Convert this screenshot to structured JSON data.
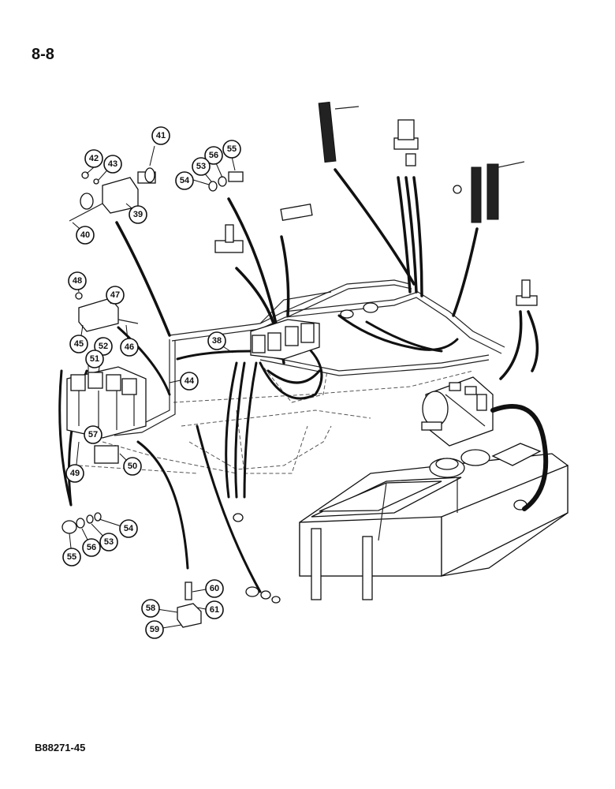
{
  "page": {
    "number": "8-8",
    "drawing_code": "B88271-45"
  },
  "callouts": [
    "38",
    "39",
    "40",
    "41",
    "42",
    "43",
    "44",
    "45",
    "46",
    "47",
    "48",
    "49",
    "50",
    "51",
    "52",
    "53",
    "54",
    "55",
    "56",
    "57",
    "58",
    "59",
    "60",
    "61"
  ],
  "callout_labels": {
    "c38": "38",
    "c39": "39",
    "c40": "40",
    "c41": "41",
    "c42": "42",
    "c43": "43",
    "c44": "44",
    "c45": "45",
    "c46": "46",
    "c47": "47",
    "c48": "48",
    "c49": "49",
    "c50": "50",
    "c51": "51",
    "c52": "52",
    "c53": "53",
    "c54": "54",
    "c55": "55",
    "c56": "56",
    "c57": "57",
    "c58": "58",
    "c59": "59",
    "c60": "60",
    "c61": "61"
  },
  "callout_labels_lower": {
    "c53": "53",
    "c54": "54",
    "c55": "55",
    "c56": "56"
  },
  "colors": {
    "ink": "#111111",
    "paper": "#ffffff"
  }
}
